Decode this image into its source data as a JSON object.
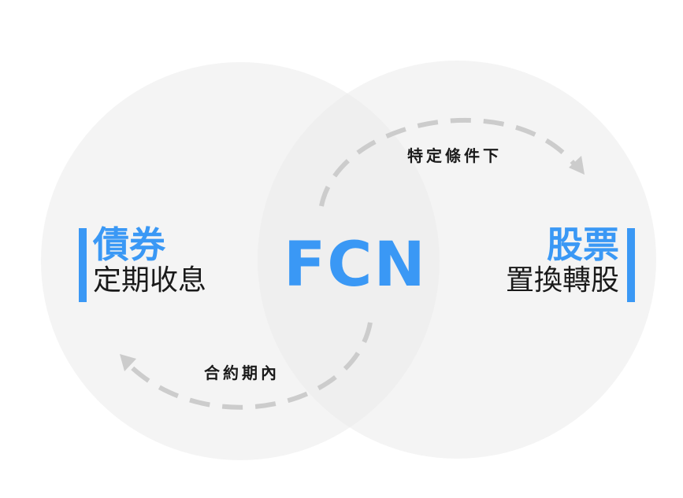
{
  "left_block": {
    "title": "債券",
    "subtitle": "定期收息"
  },
  "right_block": {
    "title": "股票",
    "subtitle": "置換轉股"
  },
  "center_label": "FCN",
  "arrows": {
    "top_note": "特定條件下",
    "bottom_note": "合約期內"
  },
  "colors": {
    "accent": "#3a98f5",
    "circle_fill": "#ebebeb",
    "dash": "#cccccc",
    "text": "#1a1a1a"
  }
}
